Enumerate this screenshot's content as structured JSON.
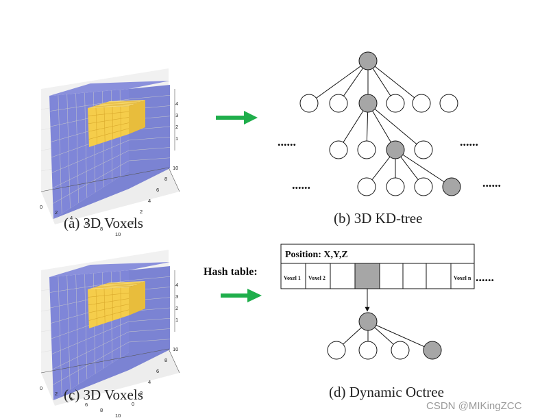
{
  "panels": {
    "a_caption": "(a) 3D Voxels",
    "b_caption": "(b) 3D KD-tree",
    "c_caption": "(c) 3D Voxels",
    "d_caption": "(d) Dynamic Octree"
  },
  "voxel_plot": {
    "x_ticks": [
      "0",
      "2",
      "4",
      "6",
      "8",
      "10"
    ],
    "y_ticks": [
      "0",
      "2",
      "4",
      "6",
      "8",
      "10"
    ],
    "z_ticks": [
      "1",
      "2",
      "3",
      "4"
    ],
    "colors": {
      "outer": "#7f86d8",
      "inner": "#f5cd4b",
      "grid": "#c9c9c9"
    }
  },
  "kdtree": {
    "ellipsis": "......",
    "colors": {
      "highlight": "#a6a6a6",
      "plain": "#ffffff"
    }
  },
  "hash_table": {
    "label": "Hash table:",
    "position_label": "Position: X,Y,Z",
    "cells": [
      "Voxel 1",
      "Voxel 2",
      "",
      "",
      "",
      "",
      "",
      "Voxel n"
    ],
    "highlight_index": 3,
    "trailing": "......"
  },
  "arrows": {
    "color": "#1fae4b"
  },
  "watermark": "CSDN @MIKingZCC"
}
